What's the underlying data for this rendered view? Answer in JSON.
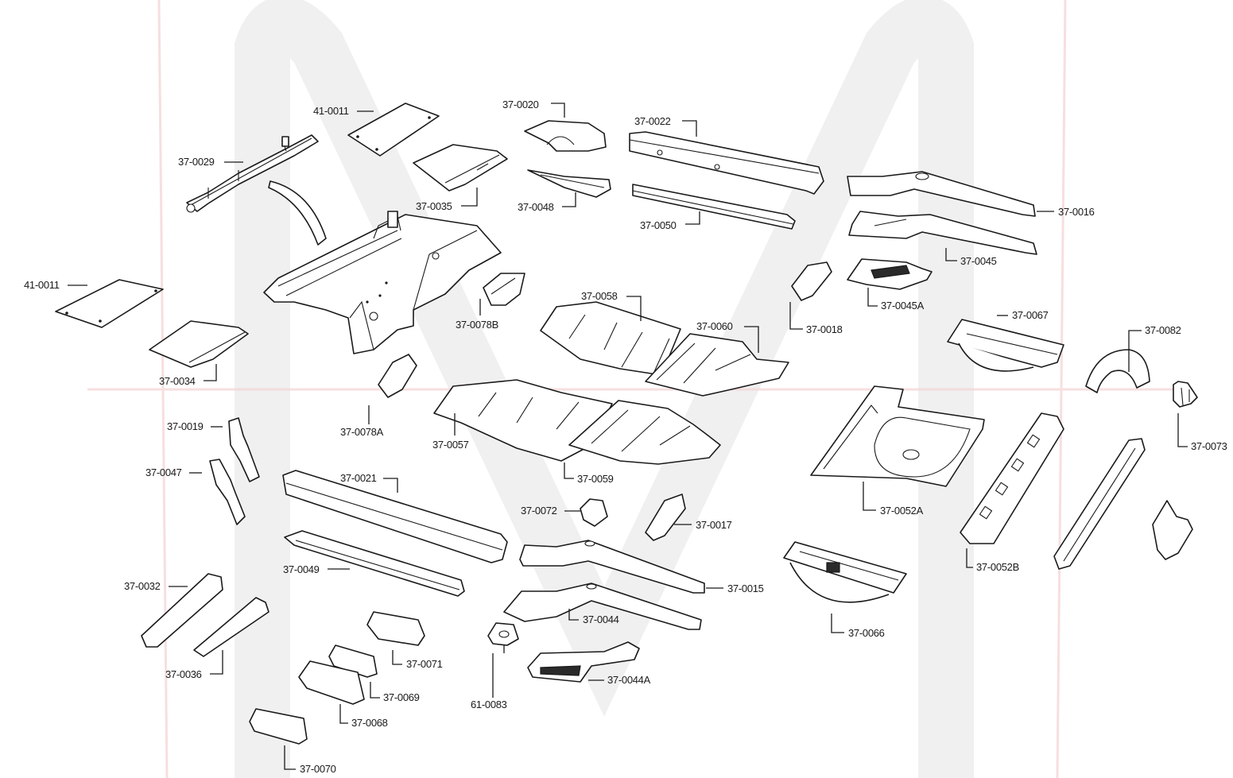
{
  "part_labels": {
    "p41_0011_a": "41-0011",
    "p37_0029": "37-0029",
    "p37_0020": "37-0020",
    "p37_0022": "37-0022",
    "p37_0035": "37-0035",
    "p37_0048": "37-0048",
    "p37_0050": "37-0050",
    "p37_0016": "37-0016",
    "p37_0045": "37-0045",
    "p37_0045a": "37-0045A",
    "p41_0011_b": "41-0011",
    "p37_0078b": "37-0078B",
    "p37_0058": "37-0058",
    "p37_0018": "37-0018",
    "p37_0067": "37-0067",
    "p37_0060": "37-0060",
    "p37_0082": "37-0082",
    "p37_0034": "37-0034",
    "p37_0078a": "37-0078A",
    "p37_0019": "37-0019",
    "p37_0057": "37-0057",
    "p37_0073": "37-0073",
    "p37_0047": "37-0047",
    "p37_0059": "37-0059",
    "p37_0021": "37-0021",
    "p37_0052a": "37-0052A",
    "p37_0072": "37-0072",
    "p37_0017": "37-0017",
    "p37_0052b": "37-0052B",
    "p37_0049": "37-0049",
    "p37_0032": "37-0032",
    "p37_0015": "37-0015",
    "p37_0044": "37-0044",
    "p37_0066": "37-0066",
    "p37_0071": "37-0071",
    "p37_0036": "37-0036",
    "p37_0044a": "37-0044A",
    "p37_0069": "37-0069",
    "p61_0083": "61-0083",
    "p37_0068": "37-0068",
    "p37_0070": "37-0070"
  },
  "colors": {
    "line": "#1a1a1a",
    "watermark": "#e4e4e4",
    "watermark_accent": "#f3d2d2",
    "background": "#ffffff"
  }
}
